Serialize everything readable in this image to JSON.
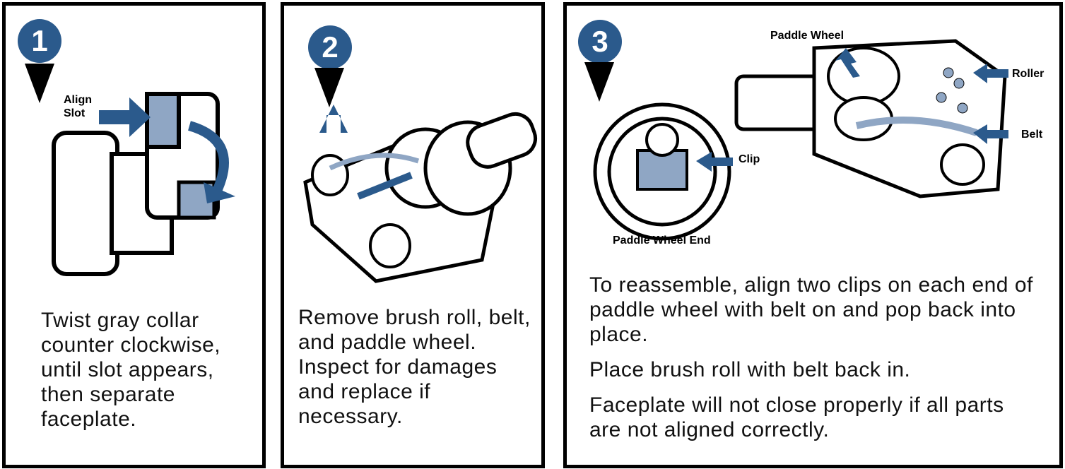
{
  "colors": {
    "accent": "#2b5a8c",
    "part_fill": "#8fa6c4",
    "border": "#000000"
  },
  "steps": [
    {
      "number": "1",
      "labels": {
        "align_slot": "Align\nSlot"
      },
      "text": "Twist gray collar counter clockwise, until slot appears, then separate faceplate."
    },
    {
      "number": "2",
      "text": "Remove brush roll, belt, and paddle wheel.  Inspect for damages and replace if necessary."
    },
    {
      "number": "3",
      "labels": {
        "paddle_wheel": "Paddle Wheel",
        "roller": "Roller",
        "belt": "Belt",
        "clip": "Clip",
        "paddle_wheel_end": "Paddle Wheel End"
      },
      "paragraphs": [
        "To reassemble, align two clips on each end of paddle wheel with belt on and pop back into place.",
        "Place brush roll with belt back in.",
        "Faceplate will not close properly if all parts are not aligned correctly."
      ]
    }
  ]
}
